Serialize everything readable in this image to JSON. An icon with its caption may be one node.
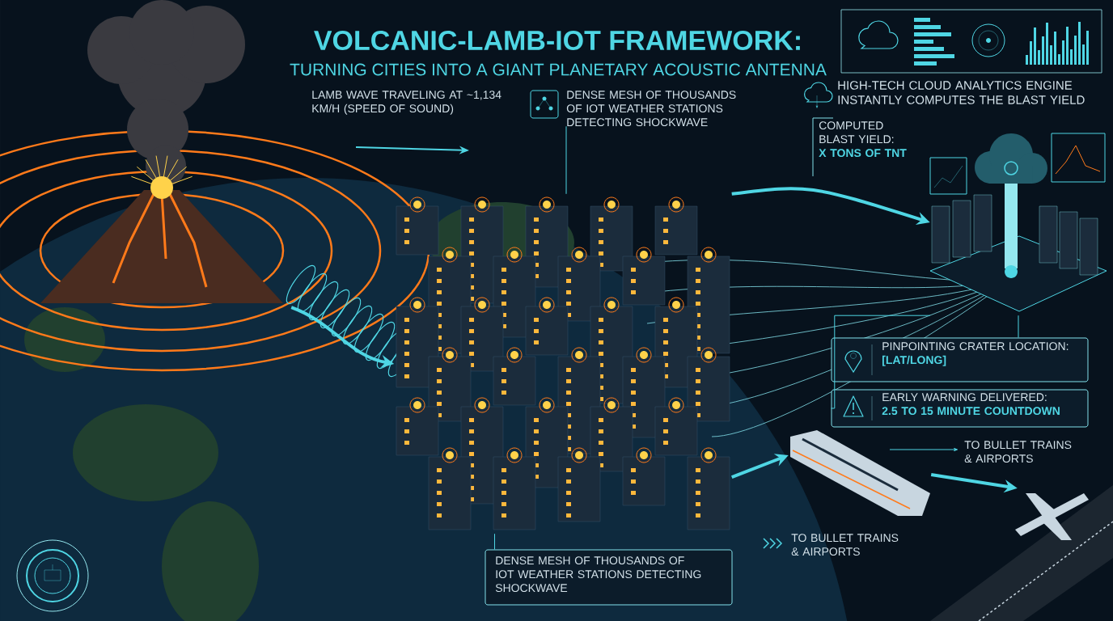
{
  "diagram": {
    "title": "VOLCANIC-LAMB-IOT FRAMEWORK:",
    "nodes": [
      {
        "text": [],
        "shape": "picture"
      },
      {
        "text": [],
        "shape": "picture"
      },
      {
        "text": [
          "DENSE MESH OF THOUSANDS OF IOT WEATHER STATIONS DETECTING SHOCKWAVE"
        ]
      },
      {
        "text": [
          "DENSE MESH OF THOUSANDS OF IOT WEATHER STATIONS DETECTING SHOCKWAVE"
        ]
      },
      {
        "text": [
          "COMPUTED BLAST YIELD:",
          "X TONS OF TNT"
        ]
      },
      {
        "text": [],
        "shape": "picture"
      },
      {
        "text": [
          "PINPOINTING CRATER LOCATION:",
          "[LAT/LONG]"
        ]
      },
      {
        "text": [
          "EARLY WARNING DELIVERED:",
          "2.5 TO 15 MINUTE COUNTDOWN"
        ]
      },
      {
        "text": [],
        "shape": "picture"
      },
      {
        "text": [],
        "shape": "picture"
      }
    ],
    "edges": [
      {
        "from": 0,
        "to": 1,
        "arrow": "to",
        "style": "thick"
      },
      {
        "from": 2,
        "to": 1,
        "arrow": "none"
      },
      {
        "from": 3,
        "to": 1,
        "arrow": "none"
      },
      {
        "from": 1,
        "to": 5,
        "arrow": "to",
        "style": "thick"
      },
      {
        "from": 5,
        "to": 6,
        "arrow": "none"
      },
      {
        "from": 5,
        "to": 7,
        "arrow": "none"
      },
      {
        "from": 1,
        "to": 8,
        "arrow": "to",
        "style": "thick"
      },
      {
        "from": 8,
        "to": 9,
        "arrow": "to",
        "style": "thick"
      }
    ],
    "labels": [
      "TURNING CITIES INTO A GIANT PLANETARY ACOUSTIC ANTENNA",
      "LAMB WAVE TRAVELING AT ~1,134 KM/H (SPEED OF SOUND)",
      "HIGH-TECH CLOUD ANALYTICS ENGINE INSTANTLY COMPUTES THE BLAST YIELD",
      "TO BULLET TRAINS & AIRPORTS",
      "TO BULLET TRAINS & AIRPORTS"
    ]
  }
}
